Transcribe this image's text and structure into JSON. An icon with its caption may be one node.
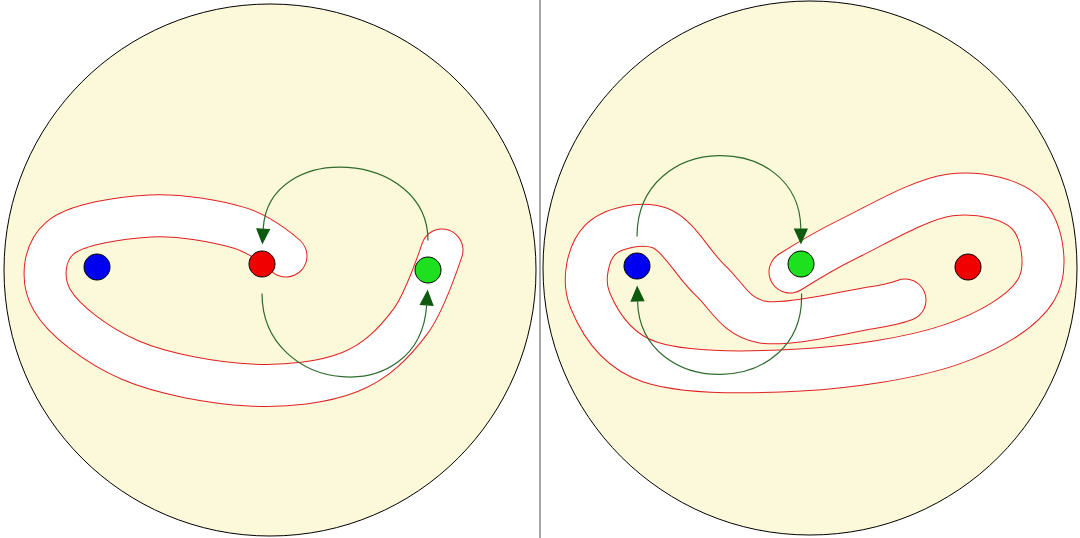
{
  "diagram": {
    "nodes": [
      {
        "text": [],
        "shape": "circle"
      },
      {
        "text": [],
        "shape": "circle"
      },
      {
        "text": [],
        "shape": "circle"
      },
      {
        "text": [],
        "shape": "circle"
      },
      {
        "text": [],
        "shape": "circle"
      },
      {
        "text": [],
        "shape": "circle"
      }
    ],
    "edges": [
      {
        "from": 2,
        "to": 1,
        "arrow": "to"
      },
      {
        "from": 1,
        "to": 2,
        "arrow": "to"
      },
      {
        "from": 3,
        "to": 4,
        "arrow": "to"
      },
      {
        "from": 4,
        "to": 3,
        "arrow": "to"
      }
    ]
  }
}
